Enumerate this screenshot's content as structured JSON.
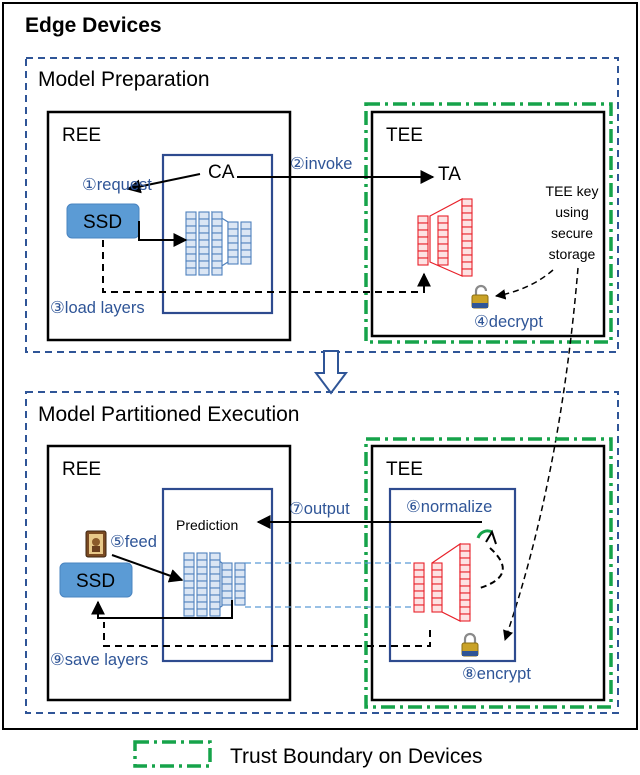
{
  "title": "Edge Devices",
  "sections": {
    "preparation": {
      "title": "Model Preparation",
      "ree": "REE",
      "tee": "TEE",
      "ca": "CA",
      "ta": "TA",
      "ssd": "SSD",
      "tee_key_note": [
        "TEE key",
        "using",
        "secure",
        "storage"
      ],
      "steps": {
        "request": "①request",
        "invoke": "②invoke",
        "load_layers": "③load layers",
        "decrypt": "④decrypt"
      }
    },
    "execution": {
      "title": "Model Partitioned Execution",
      "ree": "REE",
      "tee": "TEE",
      "ssd": "SSD",
      "prediction": "Prediction",
      "steps": {
        "feed": "⑤feed",
        "normalize": "⑥normalize",
        "output": "⑦output",
        "encrypt": "⑧encrypt",
        "save_layers": "⑨save layers"
      }
    }
  },
  "legend": {
    "label": "Trust Boundary on Devices"
  },
  "colors": {
    "dark_blue": "#2e4b8f",
    "dash_blue": "#2f5597",
    "label_blue": "#2f5597",
    "green": "#16a34a",
    "ssd_blue": "#5b9bd5",
    "layer_blue": "#4f81bd",
    "red": "#e8212a"
  }
}
